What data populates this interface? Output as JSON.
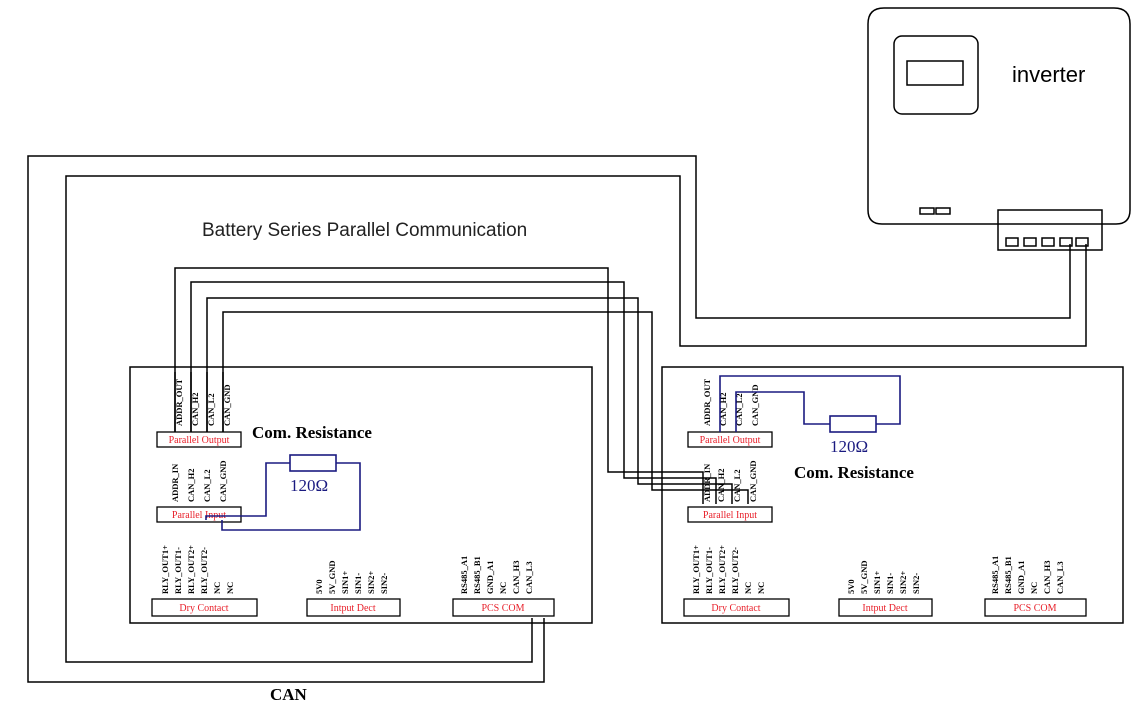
{
  "title": "Battery Series Parallel Communication",
  "inverter": {
    "label": "inverter"
  },
  "bus_label": "CAN",
  "colors": {
    "wire": "#000000",
    "resistor_wire": "#1a1a80",
    "connector_label": "#e8212b"
  },
  "units": [
    {
      "parallel_output": {
        "label": "Parallel Output",
        "pins": [
          "ADDR_OUT",
          "CAN_H2",
          "CAN_L2",
          "CAN_GND"
        ]
      },
      "parallel_input": {
        "label": "Parallel Input",
        "pins": [
          "ADDR_IN",
          "CAN_H2",
          "CAN_L2",
          "CAN_GND"
        ]
      },
      "resistor": {
        "title": "Com. Resistance",
        "value": "120Ω"
      },
      "dry_contact": {
        "label": "Dry Contact",
        "pins": [
          "RLY_OUT1+",
          "RLY_OUT1-",
          "RLY_OUT2+",
          "RLY_OUT2-",
          "NC",
          "NC"
        ]
      },
      "input_dect": {
        "label": "Intput Dect",
        "pins": [
          "5V0",
          "5V_GND",
          "SIN1+",
          "SIN1-",
          "SIN2+",
          "SIN2-"
        ]
      },
      "pcs_com": {
        "label": "PCS COM",
        "pins": [
          "RS485_A1",
          "RS485_B1",
          "GND_A1",
          "NC",
          "CAN_H3",
          "CAN_L3"
        ]
      }
    },
    {
      "parallel_output": {
        "label": "Parallel Output",
        "pins": [
          "ADDR_OUT",
          "CAN_H2",
          "CAN_L2",
          "CAN_GND"
        ]
      },
      "parallel_input": {
        "label": "Parallel Input",
        "pins": [
          "ADDR_IN",
          "CAN_H2",
          "CAN_L2",
          "CAN_GND"
        ]
      },
      "resistor": {
        "title": "Com. Resistance",
        "value": "120Ω"
      },
      "dry_contact": {
        "label": "Dry Contact",
        "pins": [
          "RLY_OUT1+",
          "RLY_OUT1-",
          "RLY_OUT2+",
          "RLY_OUT2-",
          "NC",
          "NC"
        ]
      },
      "input_dect": {
        "label": "Intput Dect",
        "pins": [
          "5V0",
          "5V_GND",
          "SIN1+",
          "SIN1-",
          "SIN2+",
          "SIN2-"
        ]
      },
      "pcs_com": {
        "label": "PCS COM",
        "pins": [
          "RS485_A1",
          "RS485_B1",
          "GND_A1",
          "NC",
          "CAN_H3",
          "CAN_L3"
        ]
      }
    }
  ]
}
